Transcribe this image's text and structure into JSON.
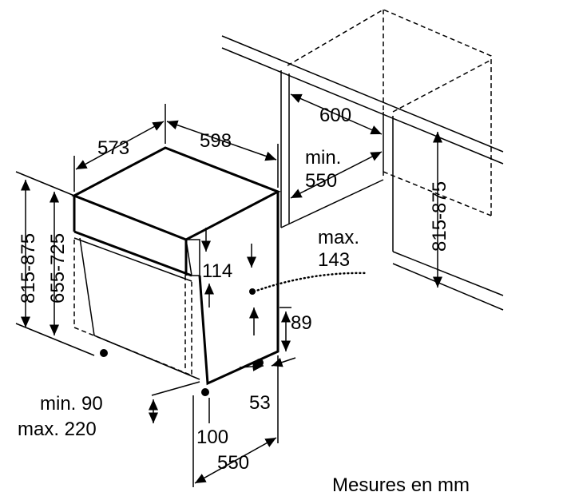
{
  "title": "Dishwasher installation dimensions",
  "units_note": "Mesures en mm",
  "dimensions": {
    "depth_573": "573",
    "width_598": "598",
    "niche_width_600": "600",
    "niche_min_label": "min.",
    "niche_min_550": "550",
    "height_left": "815-875",
    "height_inner": "655-725",
    "height_right": "815-875",
    "max_label": "max.",
    "max_143": "143",
    "panel_114": "114",
    "plinth_89": "89",
    "depth_53": "53",
    "plinth_min": "min. 90",
    "plinth_max": "max. 220",
    "offset_100": "100",
    "depth_550": "550"
  }
}
